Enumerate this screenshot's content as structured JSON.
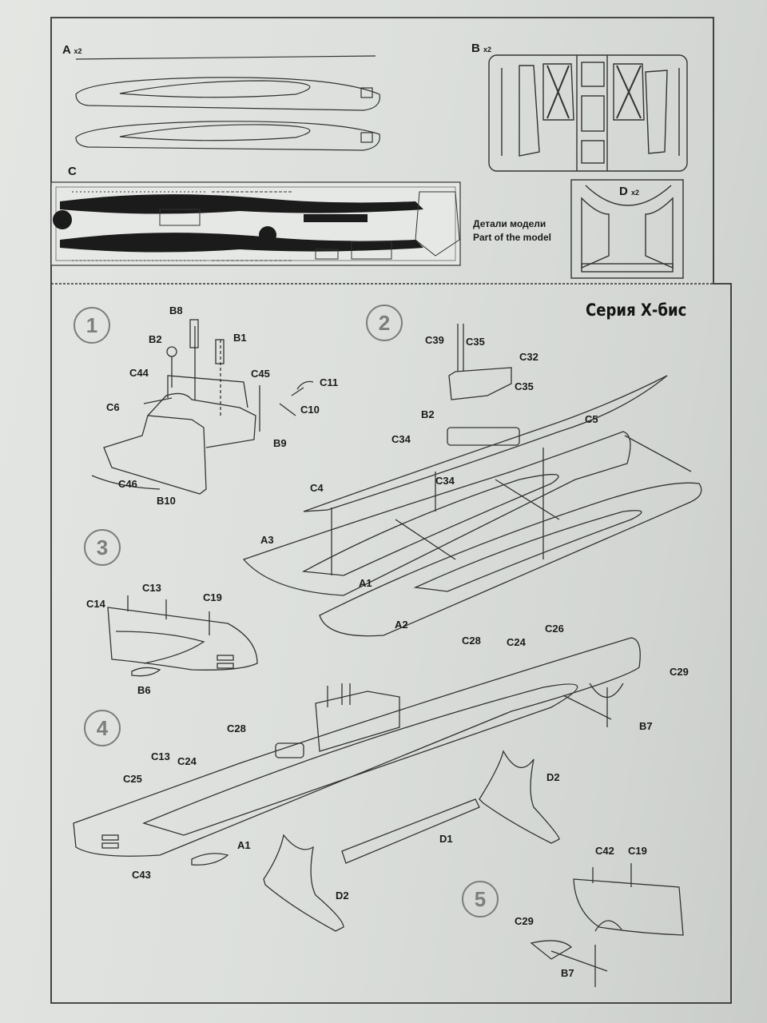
{
  "sprues": {
    "a": {
      "letter": "A",
      "mult": "x2"
    },
    "b": {
      "letter": "B",
      "mult": "x2"
    },
    "c": {
      "letter": "C"
    },
    "d": {
      "letter": "D",
      "mult": "x2"
    }
  },
  "caption": {
    "ru": "Детали модели",
    "en": "Part of the model"
  },
  "title": "Серия Х-бис",
  "steps": [
    "1",
    "2",
    "3",
    "4",
    "5"
  ],
  "callouts": {
    "s1": {
      "b8": "B8",
      "b2": "B2",
      "b1": "B1",
      "c44": "C44",
      "c45": "C45",
      "c11": "C11",
      "c6": "C6",
      "c10": "C10",
      "b9": "B9",
      "c46": "C46",
      "b10": "B10"
    },
    "s2": {
      "c39": "C39",
      "c35a": "C35",
      "c32": "C32",
      "c35b": "C35",
      "b2": "B2",
      "c34a": "C34",
      "c5": "C5",
      "c34b": "C34",
      "c4": "C4",
      "a3": "A3",
      "a1": "A1",
      "a2": "A2"
    },
    "s3": {
      "c13": "C13",
      "c14": "C14",
      "c19": "C19",
      "b6": "B6"
    },
    "s4": {
      "c28a": "C28",
      "c24a": "C24",
      "c26": "C26",
      "c29": "C29",
      "b7": "B7",
      "c28b": "C28",
      "c13": "C13",
      "c24b": "C24",
      "c25": "C25",
      "d2a": "D2",
      "d1": "D1",
      "a1": "A1",
      "c43": "C43",
      "d2b": "D2"
    },
    "s5": {
      "c42": "C42",
      "c19": "C19",
      "c29": "C29",
      "b7": "B7"
    }
  }
}
